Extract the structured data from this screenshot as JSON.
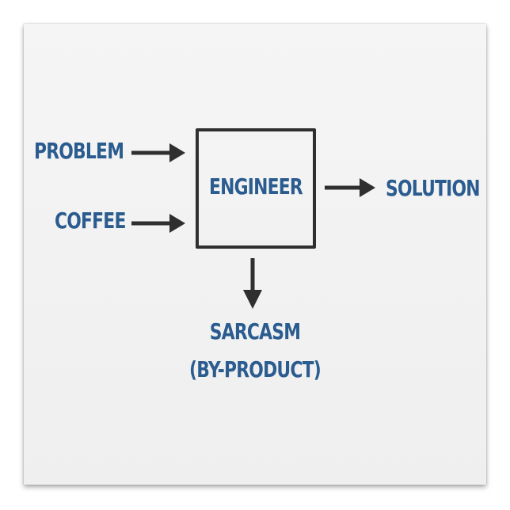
{
  "diagram": {
    "inputs": [
      {
        "label": "PROBLEM"
      },
      {
        "label": "COFFEE"
      }
    ],
    "process": {
      "label": "ENGINEER"
    },
    "output": {
      "label": "SOLUTION"
    },
    "byproduct": {
      "line1": "SARCASM",
      "line2": "(BY-PRODUCT)"
    },
    "colors": {
      "text": "#2b5c8f",
      "lines": "#2f2f2f",
      "background": "#f3f3f3"
    }
  }
}
